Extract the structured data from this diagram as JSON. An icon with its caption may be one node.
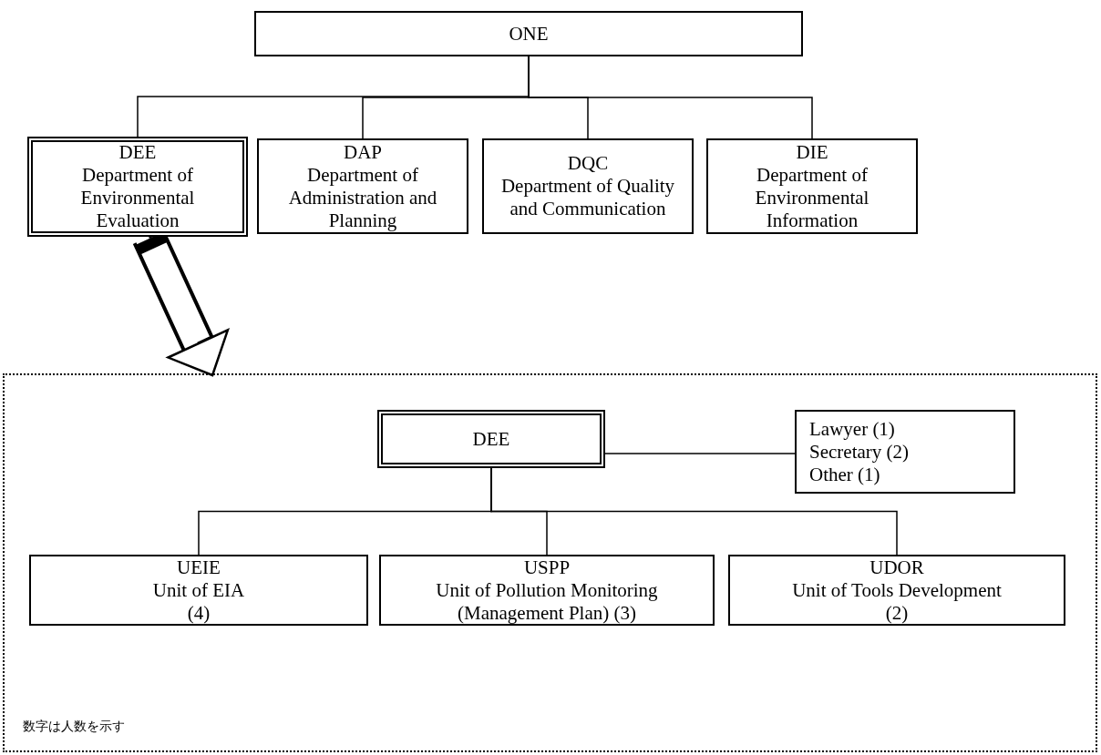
{
  "diagram": {
    "nodes": [
      {
        "text": [
          "ONE"
        ]
      },
      {
        "text": [
          "DEE",
          "Department of Environmental Evaluation"
        ]
      },
      {
        "text": [
          "DAP",
          "Department of Administration and Planning"
        ]
      },
      {
        "text": [
          "DQC",
          "Department of Quality and Communication"
        ]
      },
      {
        "text": [
          "DIE",
          "Department of Environmental Information"
        ]
      },
      {
        "text": [
          "数字は人数を示す"
        ]
      },
      {
        "text": [
          "DEE"
        ],
        "in": 5
      },
      {
        "text": [
          "Lawyer (1)",
          "Secretary (2)",
          "Other (1)"
        ],
        "in": 5
      },
      {
        "text": [
          "UEIE",
          "Unit of EIA",
          "(4)"
        ],
        "in": 5
      },
      {
        "text": [
          "USPP",
          "Unit of Pollution Monitoring (Management Plan) (3)"
        ],
        "in": 5
      },
      {
        "text": [
          "UDOR",
          "Unit of Tools Development",
          "(2)"
        ],
        "in": 5
      }
    ],
    "edges": [
      {
        "from": 0,
        "to": 1,
        "arrow": "none"
      },
      {
        "from": 0,
        "to": 2,
        "arrow": "none"
      },
      {
        "from": 0,
        "to": 3,
        "arrow": "none"
      },
      {
        "from": 0,
        "to": 4,
        "arrow": "none"
      },
      {
        "from": 1,
        "to": 5,
        "arrow": "to",
        "style": "thick"
      },
      {
        "from": 6,
        "to": 7,
        "arrow": "none"
      },
      {
        "from": 6,
        "to": 8,
        "arrow": "none"
      },
      {
        "from": 6,
        "to": 9,
        "arrow": "none"
      },
      {
        "from": 6,
        "to": 10,
        "arrow": "none"
      }
    ]
  }
}
